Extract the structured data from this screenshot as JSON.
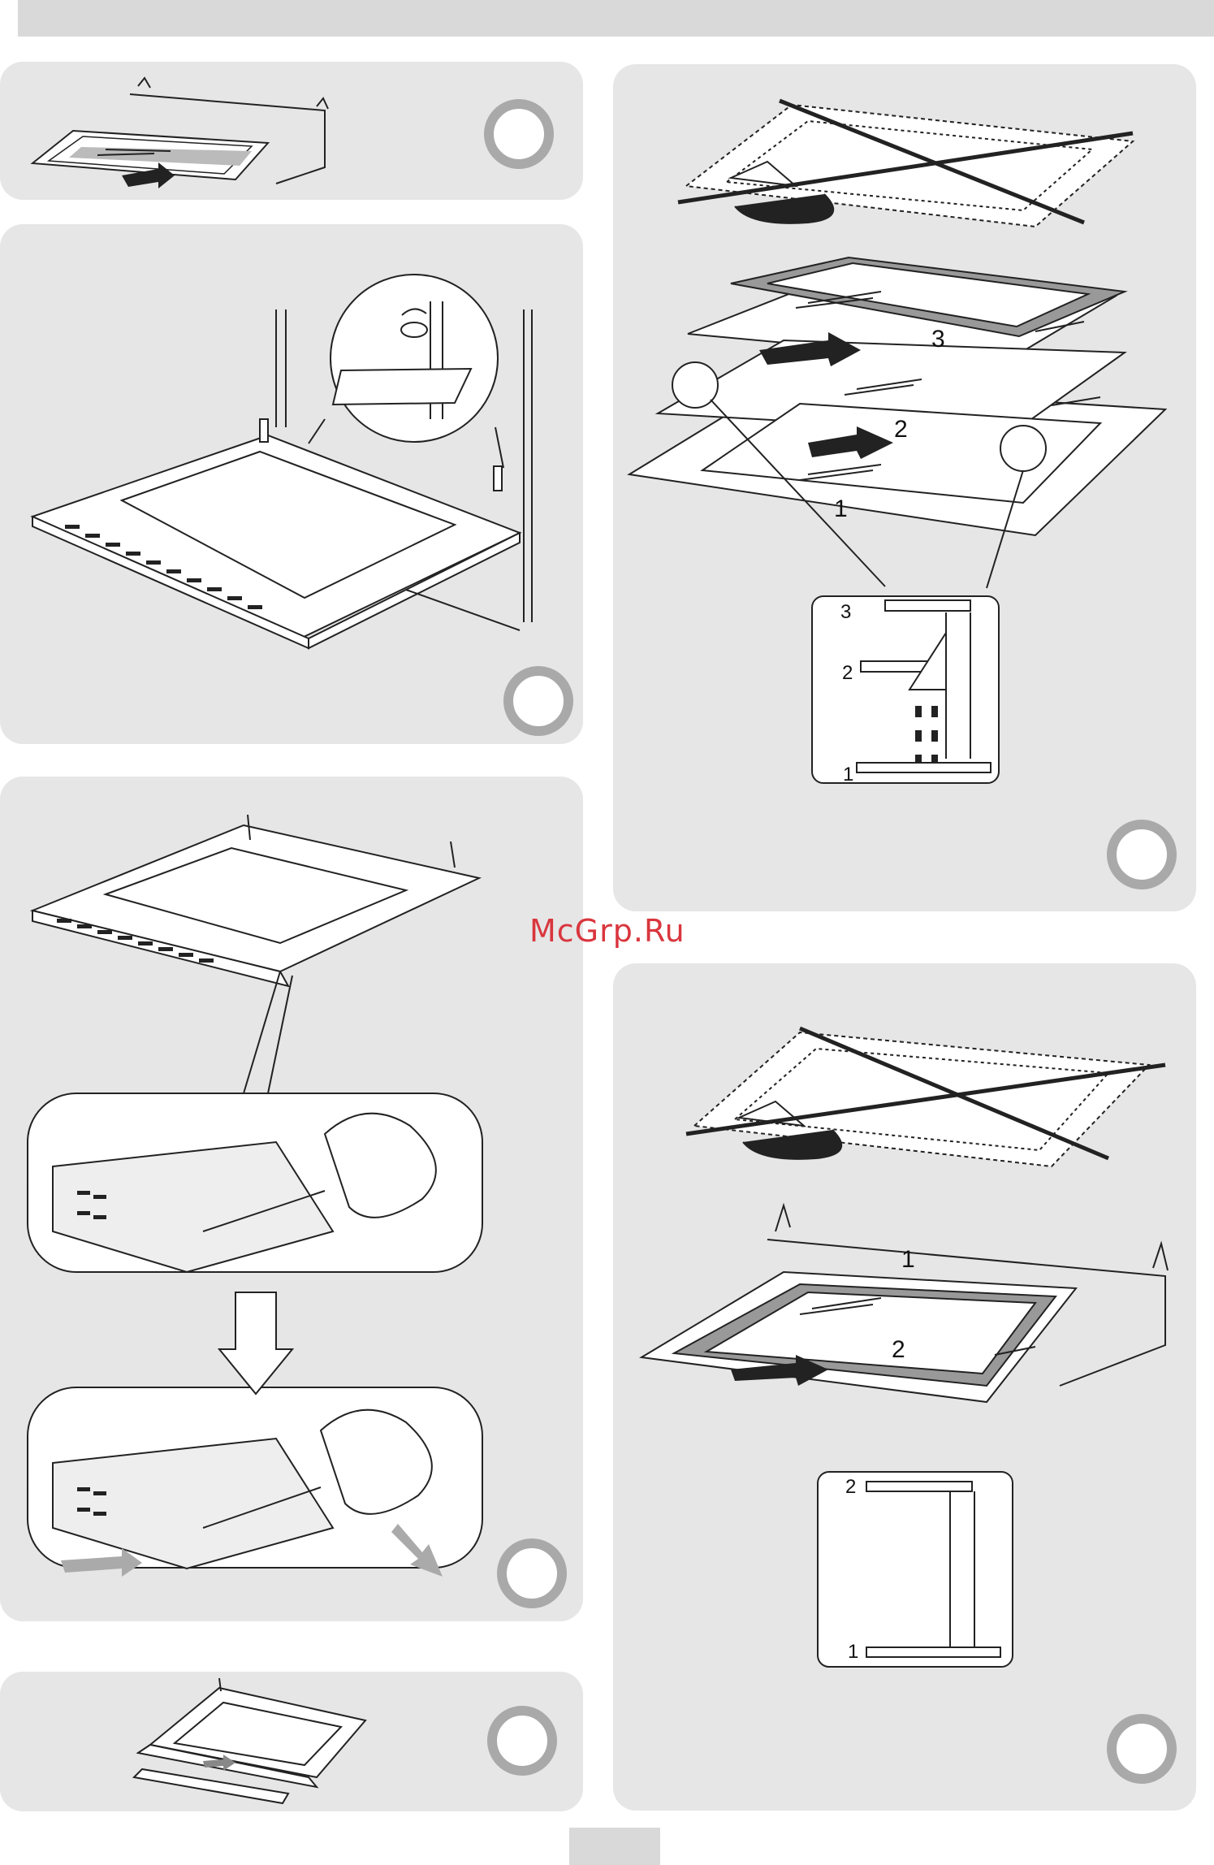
{
  "watermark": "McGrp.Ru",
  "panels": [
    {
      "id": "tray-slide-out",
      "step": ""
    },
    {
      "id": "door-hinge-lock",
      "step": ""
    },
    {
      "id": "door-trim-removal",
      "step": ""
    },
    {
      "id": "door-strip-removal",
      "step": ""
    },
    {
      "id": "three-glass-panes",
      "step": "",
      "labels": [
        "3",
        "2",
        "1"
      ],
      "detail_labels": [
        "3",
        "2",
        "1"
      ]
    },
    {
      "id": "two-glass-panes",
      "step": "",
      "labels": [
        "1",
        "2"
      ],
      "detail_labels": [
        "2",
        "1"
      ]
    }
  ],
  "page_number": ""
}
